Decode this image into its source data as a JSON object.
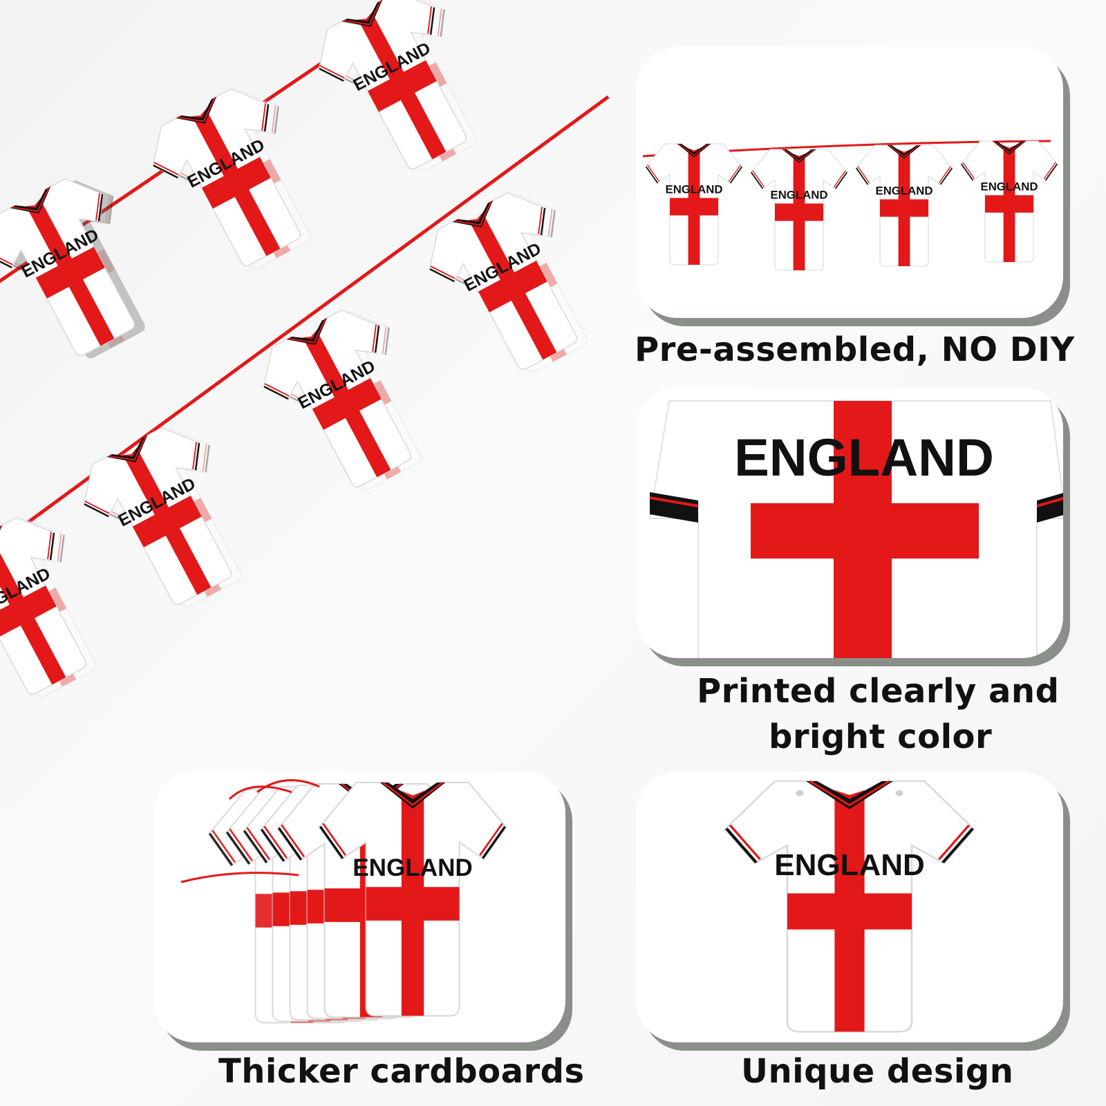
{
  "colors": {
    "cross_red": "#e31818",
    "shirt_white": "#ffffff",
    "trim_black": "#111111",
    "panel_shadow": "#8a8f8a"
  },
  "shirt_text": "ENGLAND",
  "features": [
    {
      "caption": "Pre-assembled, NO DIY"
    },
    {
      "caption_line1": "Printed clearly and",
      "caption_line2": "bright color"
    },
    {
      "caption": "Thicker cardboards"
    },
    {
      "caption": "Unique design"
    }
  ]
}
